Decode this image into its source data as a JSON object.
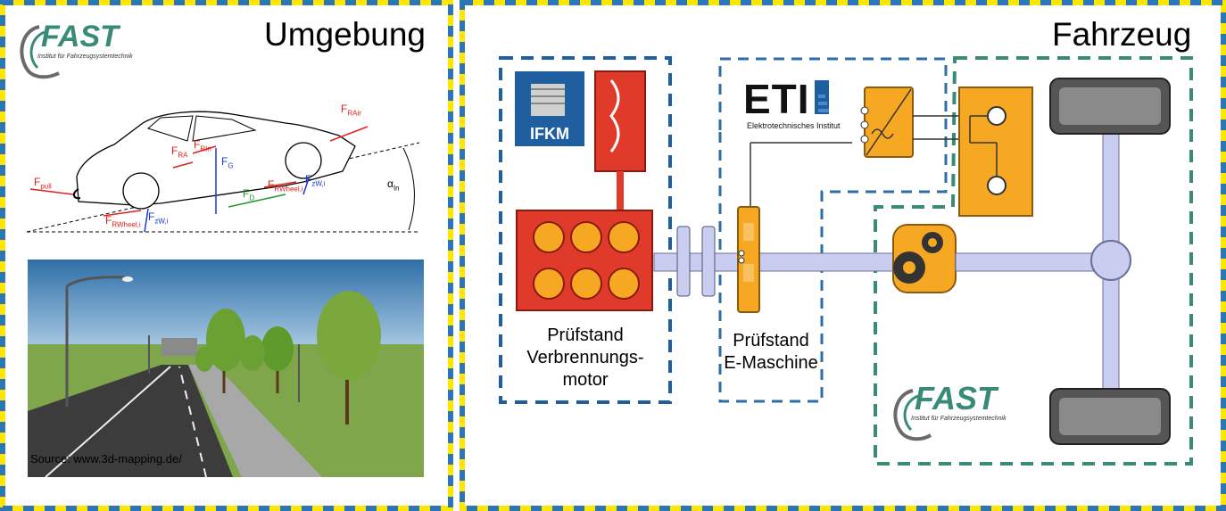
{
  "left_panel": {
    "title": "Umgebung",
    "logo": {
      "name": "FAST",
      "subtitle": "Institut für Fahrzeugsystemtechnik"
    },
    "forces": {
      "f_air": "F",
      "f_air_sub": "RAir",
      "f_rin": "F",
      "f_rin_sub": "RIn",
      "f_ra": "F",
      "f_ra_sub": "RA",
      "f_g": "F",
      "f_g_sub": "G",
      "f_pull": "F",
      "f_pull_sub": "pull",
      "f_d": "F",
      "f_d_sub": "D",
      "f_rwheel_rear": "F",
      "f_rwheel_rear_sub": "RWheel,i",
      "f_zw_rear": "F",
      "f_zw_rear_sub": "zW,i",
      "f_rwheel_front": "F",
      "f_rwheel_front_sub": "RWheel,i",
      "f_zw_front": "F",
      "f_zw_front_sub": "zW,i",
      "alpha": "α",
      "alpha_sub": "In"
    },
    "image_source": "Source: www.3d-mapping.de/"
  },
  "right_panel": {
    "title": "Fahrzeug",
    "ifkm_logo": "IFKM",
    "eti_logo": "ETI",
    "eti_subtitle": "Elektrotechnisches Institut",
    "label_engine": "Prüfstand Verbrennungs-motor",
    "label_engine_lines": [
      "Prüfstand",
      "Verbrennungs-",
      "motor"
    ],
    "label_emachine_lines": [
      "Prüfstand",
      "E-Maschine"
    ],
    "logo": {
      "name": "FAST",
      "subtitle": "Institut für Fahrzeugsystemtechnik"
    }
  },
  "colors": {
    "frame_yellow": "#ffe600",
    "frame_blue": "#2e75b6",
    "box_blue": "#1f5fa0",
    "box_teal": "#3a8a78",
    "engine_red": "#e03a2a",
    "orange": "#f7a823",
    "shaft": "#c9cdf0",
    "force_red": "#e0201b",
    "force_blue": "#1a3ad0",
    "force_green": "#1e9a2a"
  }
}
